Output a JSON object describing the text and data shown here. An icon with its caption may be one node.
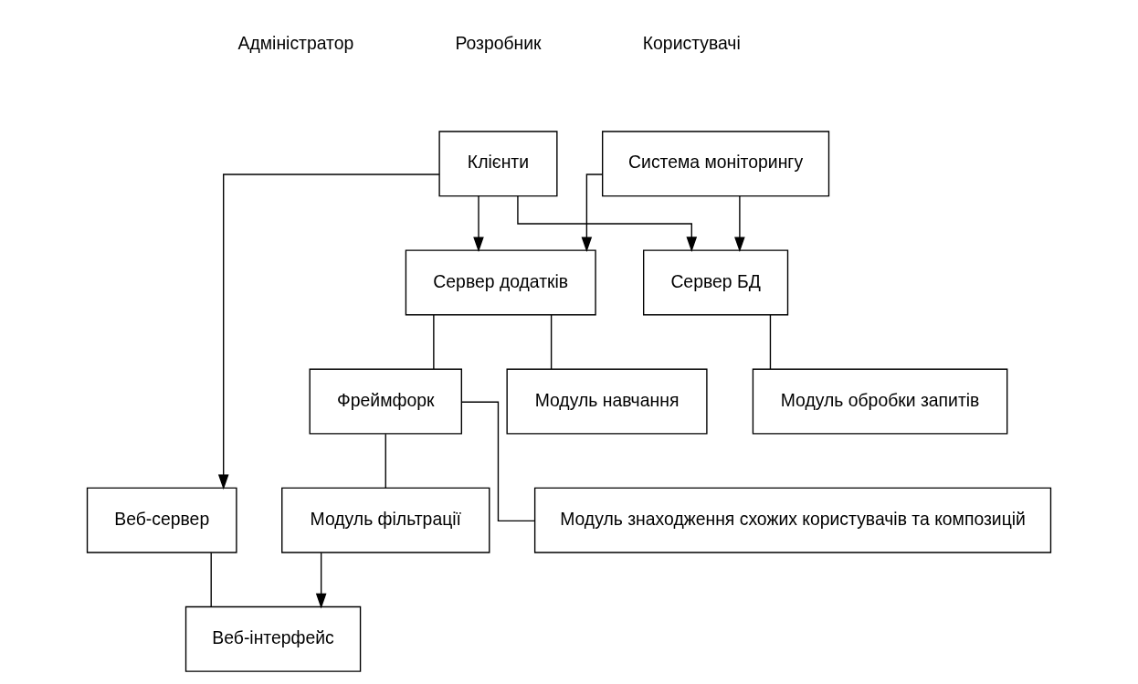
{
  "diagram": {
    "nodes": [
      {
        "text": [
          "Клієнти"
        ]
      },
      {
        "text": [
          "Сервер БД"
        ]
      },
      {
        "text": [
          "Сервер додатків"
        ]
      },
      {
        "text": [
          "Веб-сервер"
        ]
      },
      {
        "text": [
          "Модуль обробки запитів"
        ]
      },
      {
        "text": [
          "Система моніторингу"
        ]
      },
      {
        "text": [
          "Фреймфорк"
        ]
      },
      {
        "text": [
          "Модуль навчання"
        ]
      },
      {
        "text": [
          "Веб-інтерфейс"
        ]
      },
      {
        "text": [
          "Модуль знаходження схожих користувачів та композицій"
        ]
      },
      {
        "text": [
          "Модуль фільтрації"
        ]
      }
    ],
    "edges": [
      {
        "from": 0,
        "to": 1,
        "arrow": "to"
      },
      {
        "from": 0,
        "to": 2,
        "arrow": "to"
      },
      {
        "from": 0,
        "to": 3,
        "arrow": "to"
      },
      {
        "from": 5,
        "to": 1,
        "arrow": "to"
      },
      {
        "from": 5,
        "to": 2,
        "arrow": "to"
      },
      {
        "from": 1,
        "to": 4,
        "arrow": "none"
      },
      {
        "from": 2,
        "to": 6,
        "arrow": "none"
      },
      {
        "from": 2,
        "to": 7,
        "arrow": "none"
      },
      {
        "from": 3,
        "to": 8,
        "arrow": "none"
      },
      {
        "from": 6,
        "to": 9,
        "arrow": "none"
      },
      {
        "from": 6,
        "to": 10,
        "arrow": "none"
      },
      {
        "from": 10,
        "to": 8,
        "arrow": "to"
      }
    ],
    "labels": [
      "Адміністратор",
      "Розробник",
      "Користувачі"
    ]
  }
}
